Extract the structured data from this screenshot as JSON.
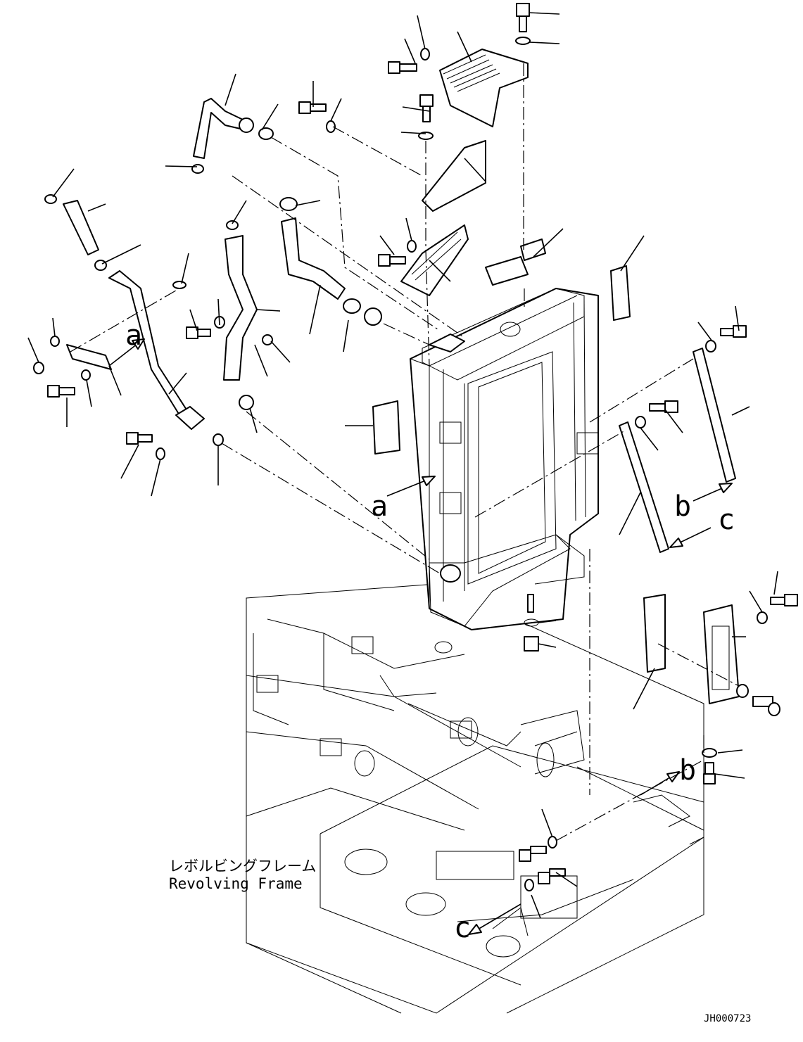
{
  "ref_labels": {
    "a_left_arrow": "a",
    "a_frame_side": "a",
    "b_stay_right": "b",
    "c_stay_right": "c",
    "b_frame_bottom": "b",
    "c_frame_bottom": "c"
  },
  "caption": {
    "japanese": "レボルビングフレーム",
    "english": "Revolving Frame"
  },
  "drawing_code": "JH000723"
}
